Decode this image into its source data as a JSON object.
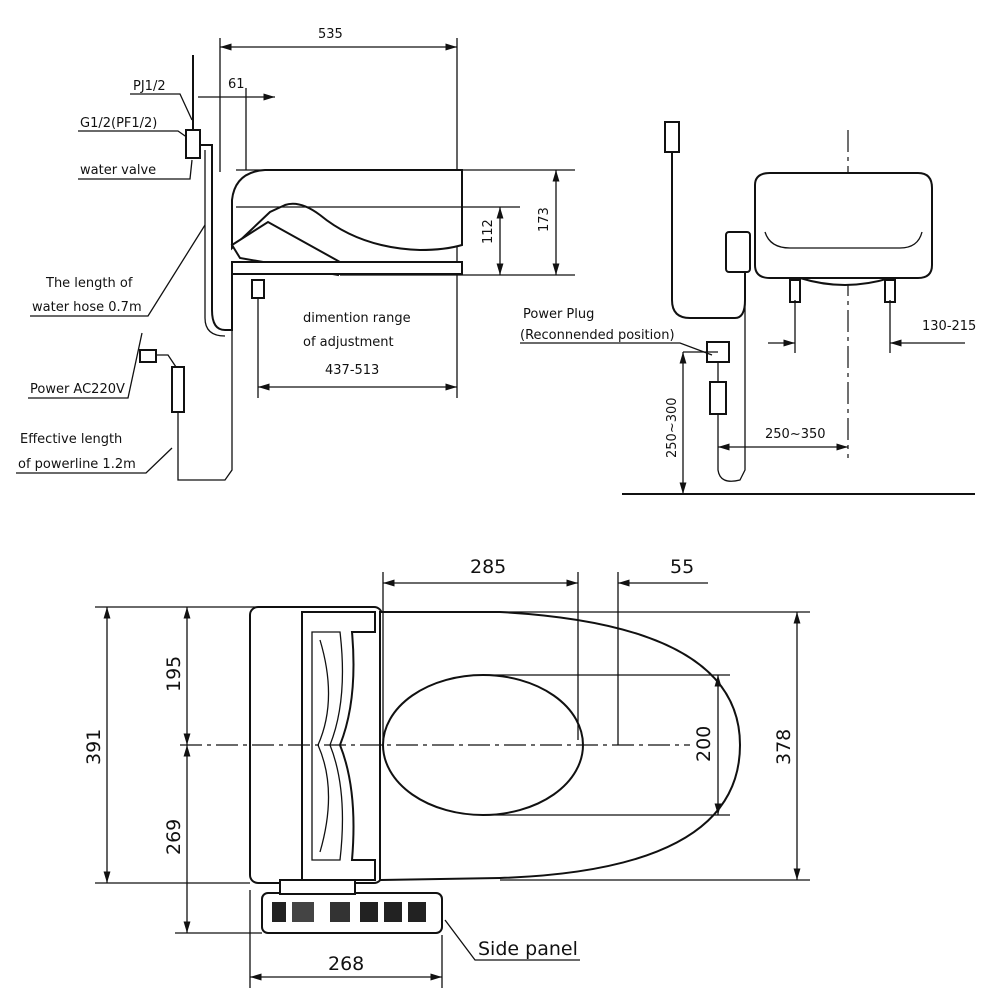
{
  "side_view": {
    "dim_total_length": "535",
    "dim_offset": "61",
    "label_pj": "PJ1/2",
    "label_g": "G1/2(PF1/2)",
    "label_valve": "water valve",
    "dim_height_total": "173",
    "dim_height_seat": "112",
    "hose_line1": "The length of",
    "hose_line2": "water hose 0.7m",
    "adjust_line1": "dimention range",
    "adjust_line2": "of adjustment",
    "adjust_value": "437-513",
    "power_label": "Power AC220V",
    "powerline_line1": "Effective length",
    "powerline_line2": "of powerline 1.2m"
  },
  "front_view": {
    "plug_line1": "Power Plug",
    "plug_line2": "(Reconnended position)",
    "dim_fixing": "130-215",
    "dim_plug_height": "250~300",
    "dim_plug_offset": "250~350"
  },
  "top_view": {
    "dim_285": "285",
    "dim_55": "55",
    "dim_195": "195",
    "dim_391": "391",
    "dim_269": "269",
    "dim_200": "200",
    "dim_378": "378",
    "dim_268": "268",
    "side_panel_label": "Side panel"
  }
}
